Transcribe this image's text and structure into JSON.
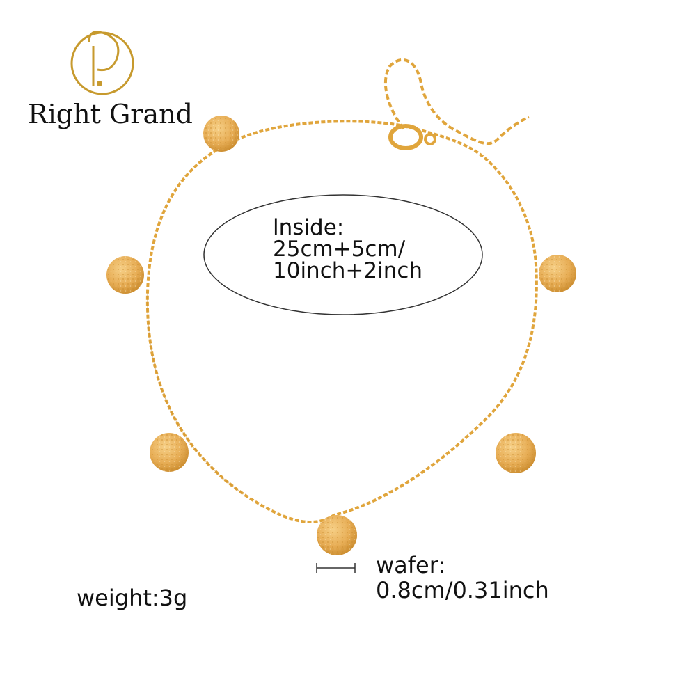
{
  "brand": {
    "name_part1": "Right",
    "name_part2": "Grand",
    "logo_icon": "gold-circle-monogram-icon",
    "gold_color": "#c79a2e"
  },
  "product": {
    "inside_label": "lnside:",
    "inside_length_cm": "25cm+5cm/",
    "inside_length_inch": "10inch+2inch",
    "wafer_label": "wafer:",
    "wafer_size": "0.8cm/0.31inch",
    "weight": "weight:3g"
  },
  "colors": {
    "chain": "#e0a53c",
    "coin": "#eab25a",
    "coin_shadow": "#c8892a",
    "text": "#111111"
  }
}
